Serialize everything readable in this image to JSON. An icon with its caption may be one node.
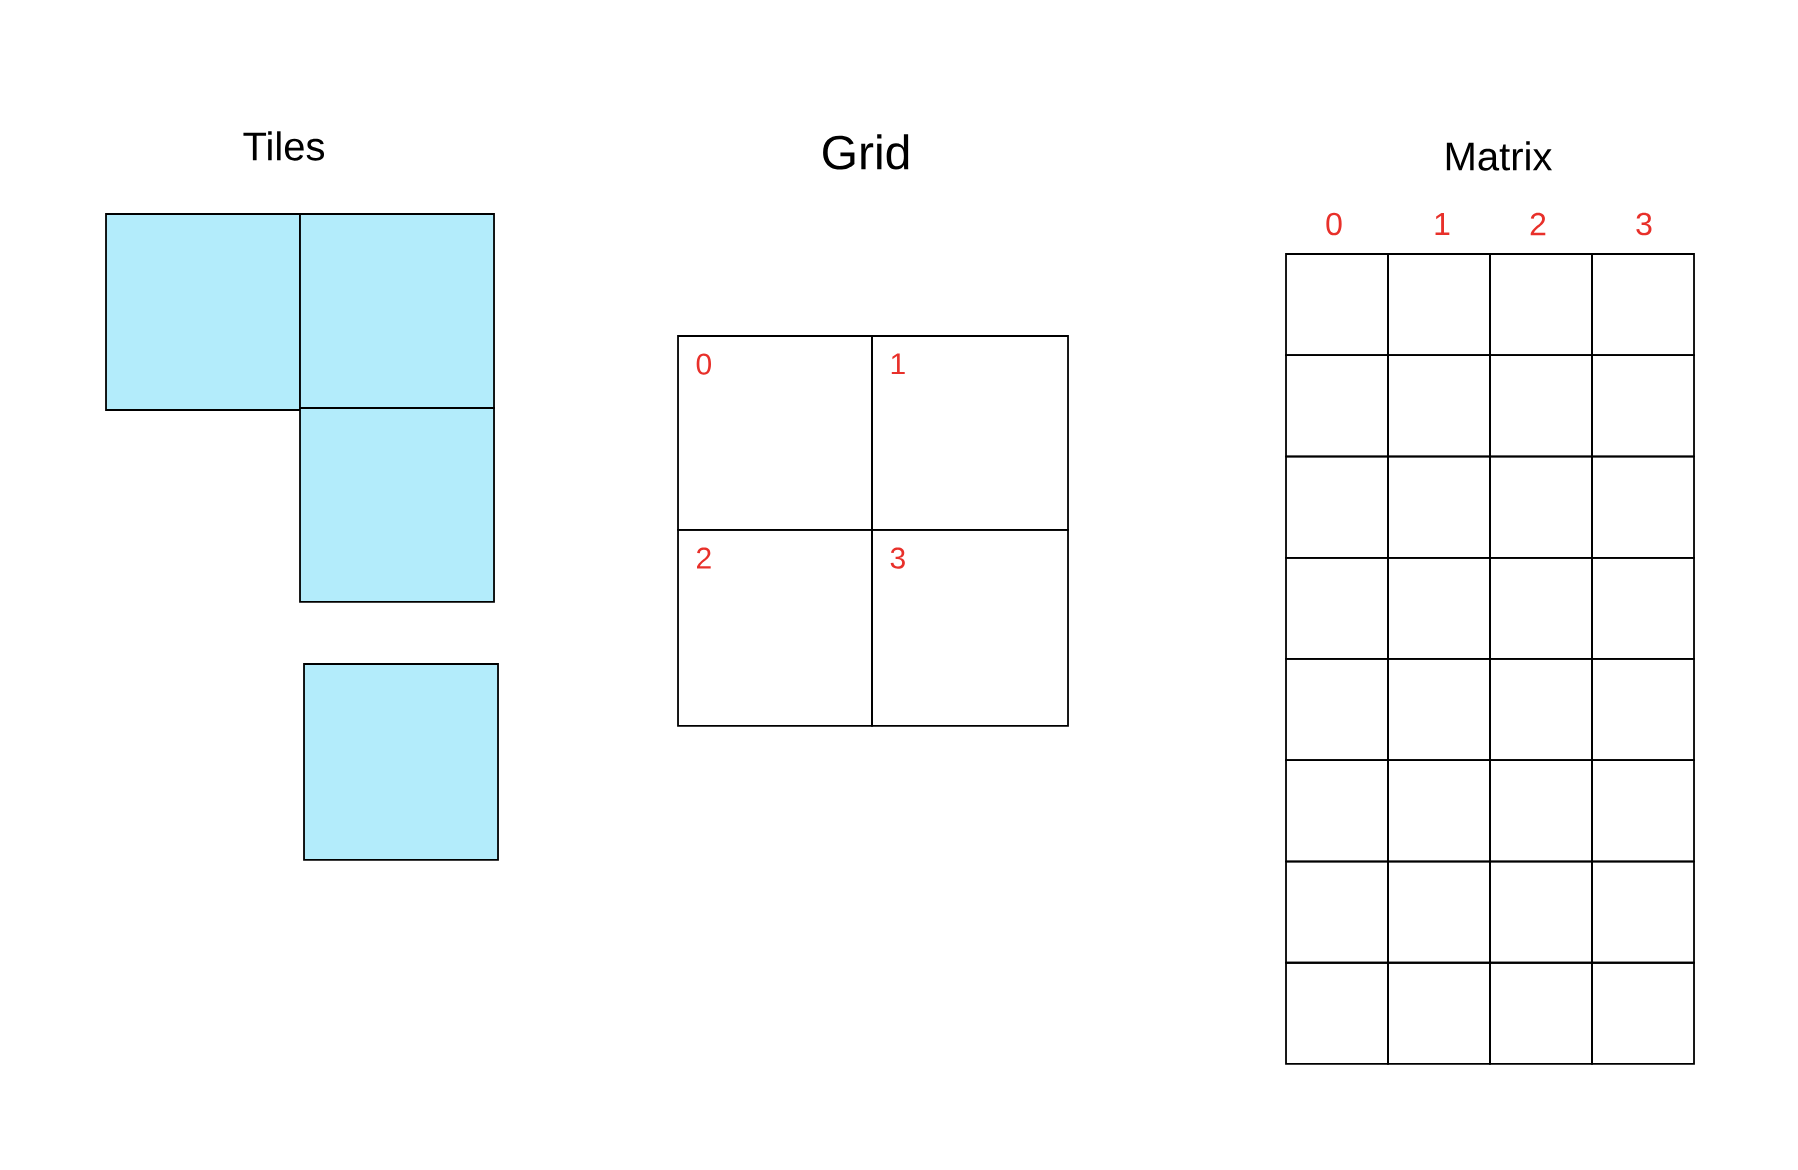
{
  "diagram": {
    "nodes": [
      {
        "text": [],
        "shape": "box"
      },
      {
        "text": [],
        "shape": "box"
      },
      {
        "text": [],
        "shape": "box"
      },
      {
        "text": [],
        "shape": "box"
      },
      {
        "text": [
          "0"
        ]
      },
      {
        "text": [
          "1"
        ]
      },
      {
        "text": [
          "2"
        ]
      },
      {
        "text": [
          "3"
        ]
      },
      {
        "text": [],
        "shape": "box"
      },
      {
        "text": [],
        "shape": "box"
      },
      {
        "text": [],
        "shape": "box"
      },
      {
        "text": [],
        "shape": "box"
      },
      {
        "text": [],
        "shape": "box"
      },
      {
        "text": [],
        "shape": "box"
      },
      {
        "text": [],
        "shape": "box"
      },
      {
        "text": [],
        "shape": "box"
      },
      {
        "text": [],
        "shape": "box"
      },
      {
        "text": [],
        "shape": "box"
      },
      {
        "text": [],
        "shape": "box"
      },
      {
        "text": [],
        "shape": "box"
      },
      {
        "text": [],
        "shape": "box"
      },
      {
        "text": [],
        "shape": "box"
      },
      {
        "text": [],
        "shape": "box"
      },
      {
        "text": [],
        "shape": "box"
      },
      {
        "text": [],
        "shape": "box"
      },
      {
        "text": [],
        "shape": "box"
      },
      {
        "text": [],
        "shape": "box"
      },
      {
        "text": [],
        "shape": "box"
      },
      {
        "text": [],
        "shape": "box"
      },
      {
        "text": [],
        "shape": "box"
      },
      {
        "text": [],
        "shape": "box"
      },
      {
        "text": [],
        "shape": "box"
      },
      {
        "text": [],
        "shape": "box"
      },
      {
        "text": [],
        "shape": "box"
      },
      {
        "text": [],
        "shape": "box"
      },
      {
        "text": [],
        "shape": "box"
      },
      {
        "text": [],
        "shape": "box"
      },
      {
        "text": [],
        "shape": "box"
      },
      {
        "text": [],
        "shape": "box"
      },
      {
        "text": [],
        "shape": "box"
      }
    ],
    "labels": [
      "Tiles",
      "Grid",
      "Matrix",
      "0",
      "1",
      "2",
      "3"
    ]
  }
}
